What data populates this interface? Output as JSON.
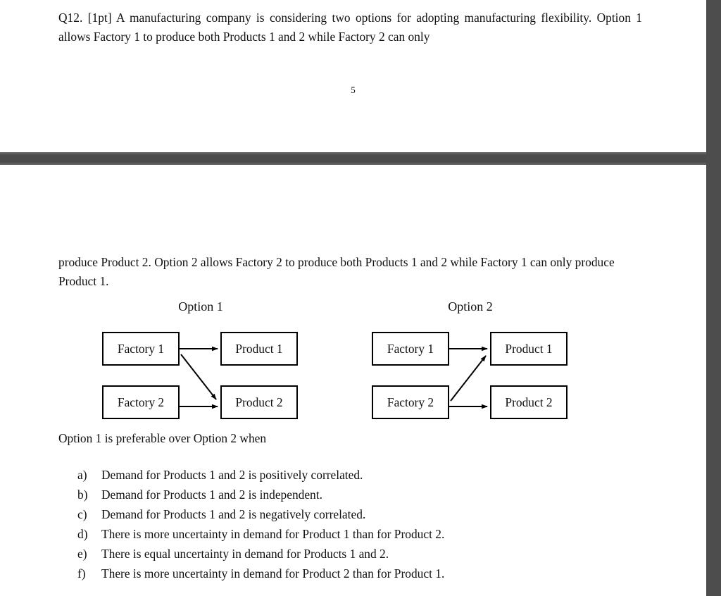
{
  "document": {
    "page_number": "5",
    "question_intro": "Q12. [1pt] A manufacturing company is considering two options for adopting manufacturing flexibility.   Option 1 allows Factory 1 to produce both Products 1 and 2 while Factory 2 can only",
    "question_continued": "produce Product 2.    Option 2 allows Factory 2 to produce both Products 1 and 2 while Factory 1 can only produce Product 1.",
    "preferable_line": "Option 1 is preferable over Option 2 when"
  },
  "diagrams": [
    {
      "title": "Option 1",
      "nodes": {
        "factory_1": "Factory 1",
        "factory_2": "Factory 2",
        "product_1": "Product 1",
        "product_2": "Product 2"
      },
      "edges": [
        {
          "from": "Factory 1",
          "to": "Product 1",
          "shape": "horizontal"
        },
        {
          "from": "Factory 1",
          "to": "Product 2",
          "shape": "diagonal-down"
        },
        {
          "from": "Factory 2",
          "to": "Product 2",
          "shape": "horizontal"
        }
      ]
    },
    {
      "title": "Option 2",
      "nodes": {
        "factory_1": "Factory 1",
        "factory_2": "Factory 2",
        "product_1": "Product 1",
        "product_2": "Product 2"
      },
      "edges": [
        {
          "from": "Factory 1",
          "to": "Product 1",
          "shape": "horizontal"
        },
        {
          "from": "Factory 2",
          "to": "Product 1",
          "shape": "diagonal-up"
        },
        {
          "from": "Factory 2",
          "to": "Product 2",
          "shape": "horizontal"
        }
      ]
    }
  ],
  "answer_options": [
    {
      "letter": "a)",
      "text": "Demand for Products 1 and 2 is positively correlated."
    },
    {
      "letter": "b)",
      "text": "Demand for Products 1 and 2 is independent."
    },
    {
      "letter": "c)",
      "text": "Demand for Products 1 and 2 is negatively correlated."
    },
    {
      "letter": "d)",
      "text": "There is more uncertainty in demand for Product 1 than for Product 2."
    },
    {
      "letter": "e)",
      "text": "There is equal uncertainty in demand for Products 1 and 2."
    },
    {
      "letter": "f)",
      "text": "There is more uncertainty in demand for Product 2 than for Product 1."
    }
  ],
  "colors": {
    "page_background": "#ffffff",
    "viewer_background": "#4a4a4a",
    "text": "#111111",
    "box_border": "#000000"
  }
}
